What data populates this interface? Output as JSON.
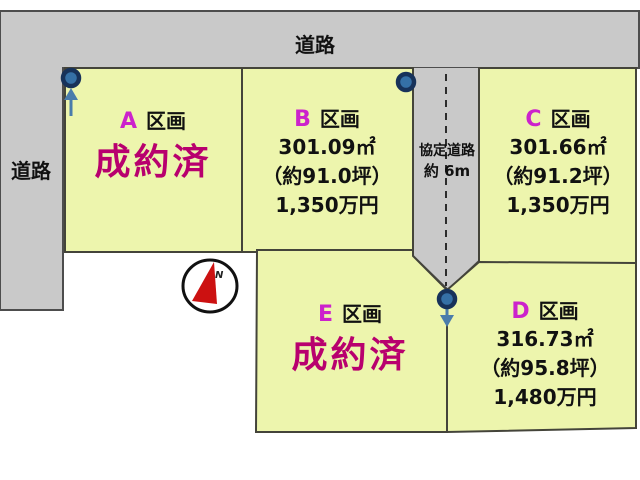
{
  "labels": {
    "kukaku": "区画"
  },
  "roads": {
    "top_label": "道路",
    "left_label": "道路",
    "agreement_label": "協定道路",
    "agreement_width": "約 6m"
  },
  "plots": [
    {
      "id": "A",
      "status": "成約済"
    },
    {
      "id": "B",
      "area": "301.09㎡",
      "tsubo": "（約91.0坪）",
      "price": "1,350万円"
    },
    {
      "id": "C",
      "area": "301.66㎡",
      "tsubo": "（約91.2坪）",
      "price": "1,350万円"
    },
    {
      "id": "D",
      "area": "316.73㎡",
      "tsubo": "（約95.8坪）",
      "price": "1,480万円"
    },
    {
      "id": "E",
      "status": "成約済"
    }
  ],
  "compass": {
    "n": "N"
  },
  "colors": {
    "road_fill": "#c9c9c9",
    "plot_fill": "#edf5ad",
    "plot_border": "#44443a",
    "plot_letter": "#cc22cc",
    "sold_text": "#b8006e",
    "black_text": "#111111",
    "pin_outer": "#17325a",
    "pin_inner": "#3570a6",
    "arrow_blue": "#4a7cab",
    "needle_red": "#cc1111"
  }
}
